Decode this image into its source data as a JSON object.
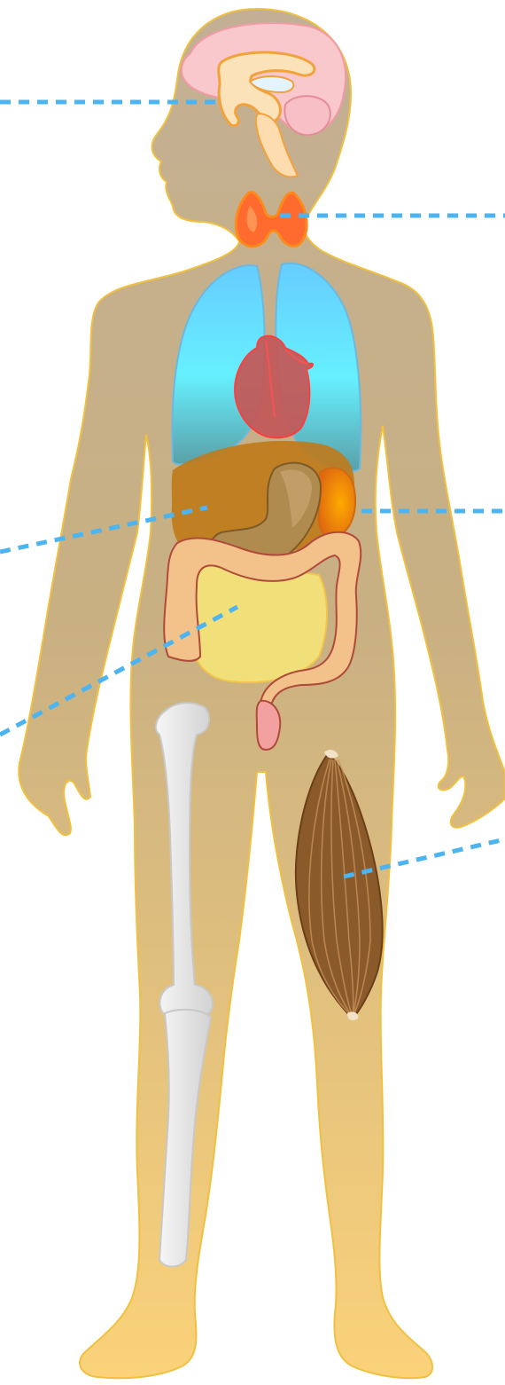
{
  "diagram": {
    "figure": "human-body-anatomy",
    "organs": [
      {
        "id": "brain",
        "icon": "brain-icon",
        "leader_direction": "left"
      },
      {
        "id": "thyroid",
        "icon": "thyroid-icon",
        "leader_direction": "right"
      },
      {
        "id": "lungs",
        "icon": "lungs-icon",
        "leader_direction": "none"
      },
      {
        "id": "heart",
        "icon": "heart-icon",
        "leader_direction": "none"
      },
      {
        "id": "liver",
        "icon": "liver-icon",
        "leader_direction": "left"
      },
      {
        "id": "stomach",
        "icon": "stomach-icon",
        "leader_direction": "none"
      },
      {
        "id": "spleen",
        "icon": "spleen-icon",
        "leader_direction": "right"
      },
      {
        "id": "intestines",
        "icon": "intestines-icon",
        "leader_direction": "left"
      },
      {
        "id": "bone",
        "icon": "femur-bone-icon",
        "leader_direction": "none"
      },
      {
        "id": "muscle",
        "icon": "muscle-icon",
        "leader_direction": "right"
      }
    ],
    "labels_visible": false
  },
  "colors": {
    "background": "#ffffff",
    "body_top": "#c3b094",
    "body_bottom": "#fbd27a",
    "body_outline": "#f0c040",
    "leader_line": "#4cb4f0",
    "brain": "#f9c8cc",
    "thyroid": "#ff6a2e",
    "lungs_top": "#66ccff",
    "lungs_bottom": "#5aa0a8",
    "heart": "#c25a5a",
    "liver": "#c07a1a",
    "stomach": "#b08c52",
    "spleen": "#ff8c1a",
    "colon": "#f2c28a",
    "small_intestine": "#f1df7a",
    "bone": "#e6e6e6",
    "muscle": "#8b5a2b"
  }
}
